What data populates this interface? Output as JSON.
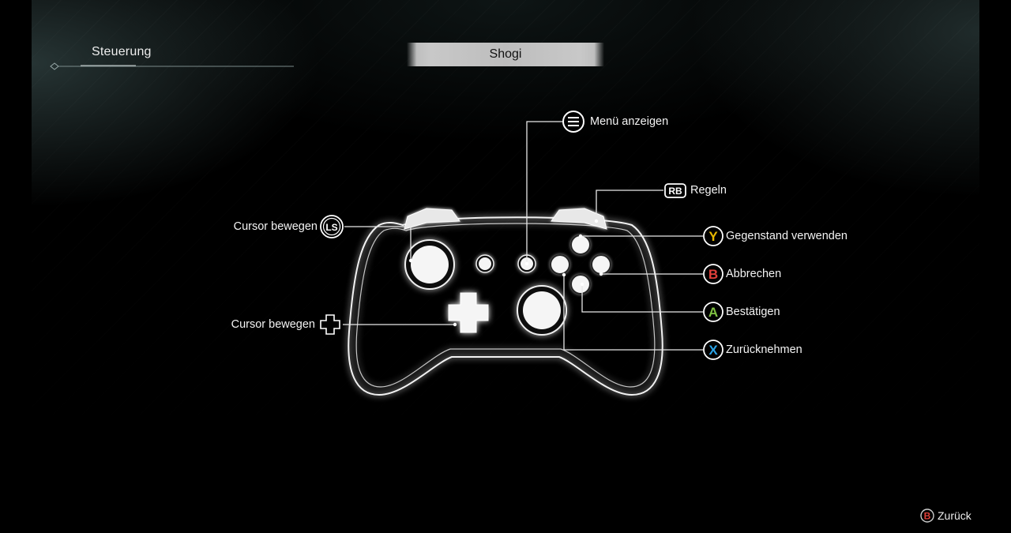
{
  "screen": {
    "title": "Steuerung",
    "game_name": "Shogi"
  },
  "controls": {
    "menu": {
      "button": "menu-button",
      "label": "Menü anzeigen"
    },
    "rb": {
      "button": "RB",
      "label": "Regeln"
    },
    "y": {
      "button": "Y",
      "label": "Gegenstand verwenden",
      "color": "#e8b800"
    },
    "b": {
      "button": "B",
      "label": "Abbrechen",
      "color": "#e0403a"
    },
    "a": {
      "button": "A",
      "label": "Bestätigen",
      "color": "#7fc242"
    },
    "x": {
      "button": "X",
      "label": "Zurücknehmen",
      "color": "#2aa3e6"
    },
    "ls": {
      "button": "LS",
      "label": "Cursor bewegen"
    },
    "dpad": {
      "button": "dpad-icon",
      "label": "Cursor bewegen"
    }
  },
  "footer": {
    "back": {
      "button": "B",
      "label": "Zurück",
      "color": "#e0403a"
    }
  }
}
